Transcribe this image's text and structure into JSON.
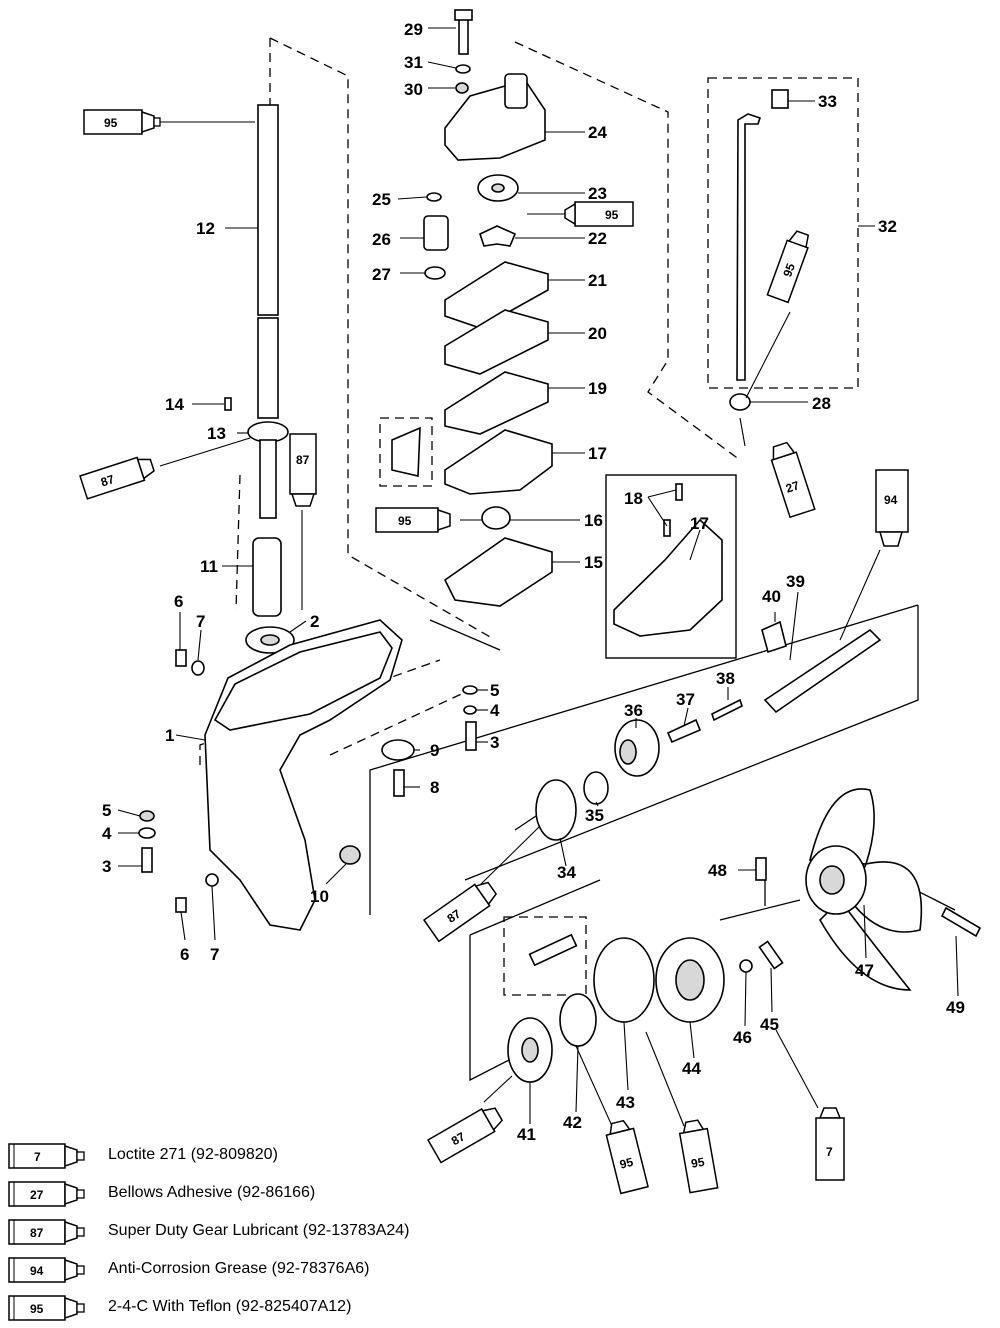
{
  "parts": [
    {
      "num": "29"
    },
    {
      "num": "31"
    },
    {
      "num": "30"
    },
    {
      "num": "24"
    },
    {
      "num": "25"
    },
    {
      "num": "23"
    },
    {
      "num": "26"
    },
    {
      "num": "22"
    },
    {
      "num": "27"
    },
    {
      "num": "21"
    },
    {
      "num": "20"
    },
    {
      "num": "19"
    },
    {
      "num": "17"
    },
    {
      "num": "16"
    },
    {
      "num": "15"
    },
    {
      "num": "18"
    },
    {
      "num": "17"
    },
    {
      "num": "12"
    },
    {
      "num": "14"
    },
    {
      "num": "13"
    },
    {
      "num": "11"
    },
    {
      "num": "2"
    },
    {
      "num": "6"
    },
    {
      "num": "7"
    },
    {
      "num": "1"
    },
    {
      "num": "5"
    },
    {
      "num": "4"
    },
    {
      "num": "3"
    },
    {
      "num": "9"
    },
    {
      "num": "8"
    },
    {
      "num": "5"
    },
    {
      "num": "4"
    },
    {
      "num": "3"
    },
    {
      "num": "10"
    },
    {
      "num": "6"
    },
    {
      "num": "7"
    },
    {
      "num": "33"
    },
    {
      "num": "32"
    },
    {
      "num": "28"
    },
    {
      "num": "40"
    },
    {
      "num": "39"
    },
    {
      "num": "38"
    },
    {
      "num": "37"
    },
    {
      "num": "36"
    },
    {
      "num": "35"
    },
    {
      "num": "34"
    },
    {
      "num": "48"
    },
    {
      "num": "47"
    },
    {
      "num": "49"
    },
    {
      "num": "46"
    },
    {
      "num": "45"
    },
    {
      "num": "44"
    },
    {
      "num": "43"
    },
    {
      "num": "42"
    },
    {
      "num": "41"
    }
  ],
  "tubes": [
    {
      "code": "95"
    },
    {
      "code": "95"
    },
    {
      "code": "95"
    },
    {
      "code": "87"
    },
    {
      "code": "87"
    },
    {
      "code": "95"
    },
    {
      "code": "27"
    },
    {
      "code": "94"
    },
    {
      "code": "87"
    },
    {
      "code": "87"
    },
    {
      "code": "95"
    },
    {
      "code": "95"
    },
    {
      "code": "7"
    }
  ],
  "legend": [
    {
      "code": "7",
      "text": "Loctite 271 (92-809820)"
    },
    {
      "code": "27",
      "text": "Bellows Adhesive (92-86166)"
    },
    {
      "code": "87",
      "text": "Super Duty Gear Lubricant (92-13783A24)"
    },
    {
      "code": "94",
      "text": "Anti-Corrosion Grease (92-78376A6)"
    },
    {
      "code": "95",
      "text": "2-4-C  With Teflon (92-825407A12)"
    }
  ]
}
